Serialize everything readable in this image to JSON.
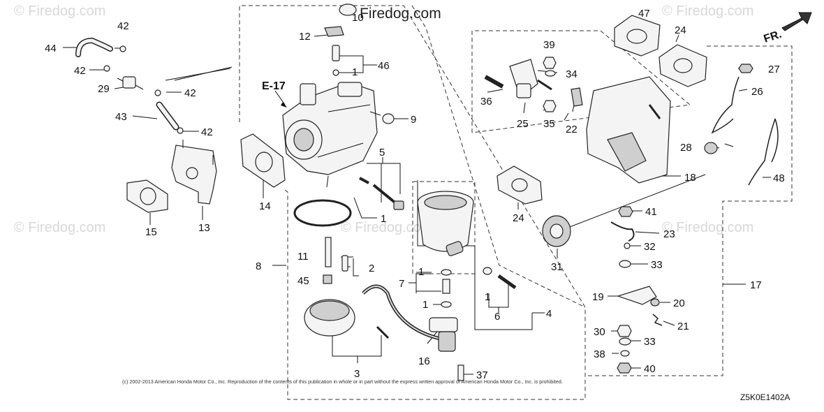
{
  "watermarks": {
    "text": "© Firedog.com",
    "top_center": "Firedog.com"
  },
  "labels": {
    "p1": "1",
    "p2": "2",
    "p3": "3",
    "p4": "4",
    "p5": "5",
    "p6": "6",
    "p7": "7",
    "p8": "8",
    "p9": "9",
    "p10": "10",
    "p11": "11",
    "p12": "12",
    "p13": "13",
    "p14": "14",
    "p15": "15",
    "p16": "16",
    "p17": "17",
    "p18": "18",
    "p19": "19",
    "p20": "20",
    "p21": "21",
    "p22": "22",
    "p23": "23",
    "p24": "24",
    "p25": "25",
    "p26": "26",
    "p27": "27",
    "p28": "28",
    "p29": "29",
    "p30": "30",
    "p31": "31",
    "p32": "32",
    "p33": "33",
    "p34": "34",
    "p35": "35",
    "p36": "36",
    "p37": "37",
    "p38": "38",
    "p39": "39",
    "p40": "40",
    "p41": "41",
    "p42": "42",
    "p43": "43",
    "p44": "44",
    "p45": "45",
    "p46": "46",
    "p47": "47",
    "p48": "48"
  },
  "reference": "E-17",
  "direction": "FR.",
  "copyright": "(c) 2002-2013 American Honda Motor Co., Inc. Reproduction of the contents of this publication in whole or in part without the express written approval of American Honda Motor Co., Inc. is prohibited.",
  "diagram_code": "Z5K0E1402A"
}
